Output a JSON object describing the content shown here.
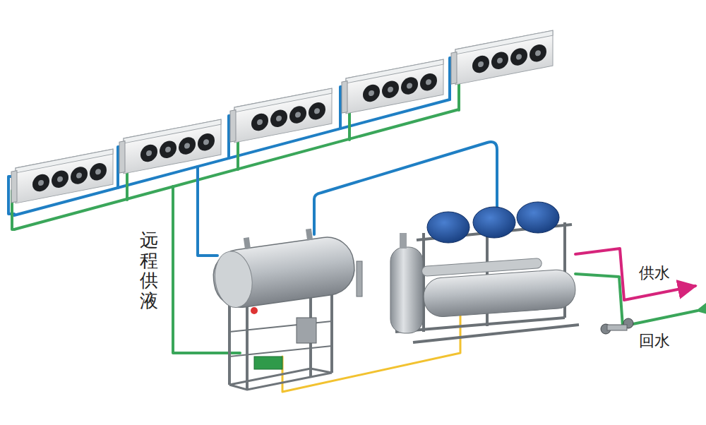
{
  "diagram": {
    "labels": [
      "远程供液",
      "供水",
      "回水"
    ]
  }
}
